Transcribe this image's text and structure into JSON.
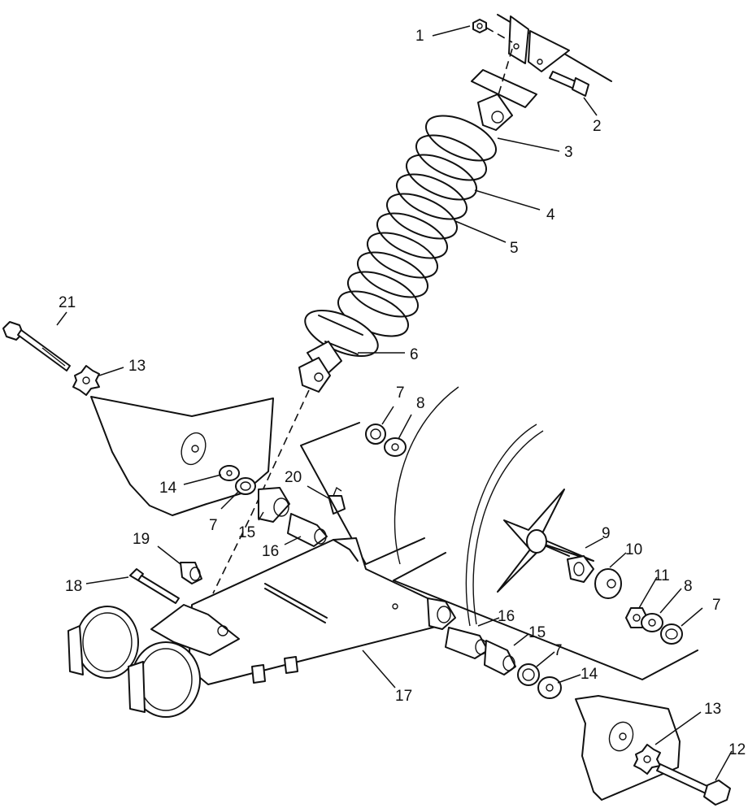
{
  "diagram": {
    "callouts": [
      {
        "id": "c1",
        "text": "1"
      },
      {
        "id": "c2",
        "text": "2"
      },
      {
        "id": "c3",
        "text": "3"
      },
      {
        "id": "c4",
        "text": "4"
      },
      {
        "id": "c5",
        "text": "5"
      },
      {
        "id": "c6",
        "text": "6"
      },
      {
        "id": "c7a",
        "text": "7"
      },
      {
        "id": "c8a",
        "text": "8"
      },
      {
        "id": "c21",
        "text": "21"
      },
      {
        "id": "c13a",
        "text": "13"
      },
      {
        "id": "c14a",
        "text": "14"
      },
      {
        "id": "c7b",
        "text": "7"
      },
      {
        "id": "c15a",
        "text": "15"
      },
      {
        "id": "c20",
        "text": "20"
      },
      {
        "id": "c16a",
        "text": "16"
      },
      {
        "id": "c19",
        "text": "19"
      },
      {
        "id": "c18",
        "text": "18"
      },
      {
        "id": "c9",
        "text": "9"
      },
      {
        "id": "c10",
        "text": "10"
      },
      {
        "id": "c11",
        "text": "11"
      },
      {
        "id": "c8b",
        "text": "8"
      },
      {
        "id": "c7c",
        "text": "7"
      },
      {
        "id": "c16b",
        "text": "16"
      },
      {
        "id": "c15b",
        "text": "15"
      },
      {
        "id": "c7d",
        "text": "7"
      },
      {
        "id": "c14b",
        "text": "14"
      },
      {
        "id": "c17",
        "text": "17"
      },
      {
        "id": "c13b",
        "text": "13"
      },
      {
        "id": "c12",
        "text": "12"
      }
    ]
  }
}
